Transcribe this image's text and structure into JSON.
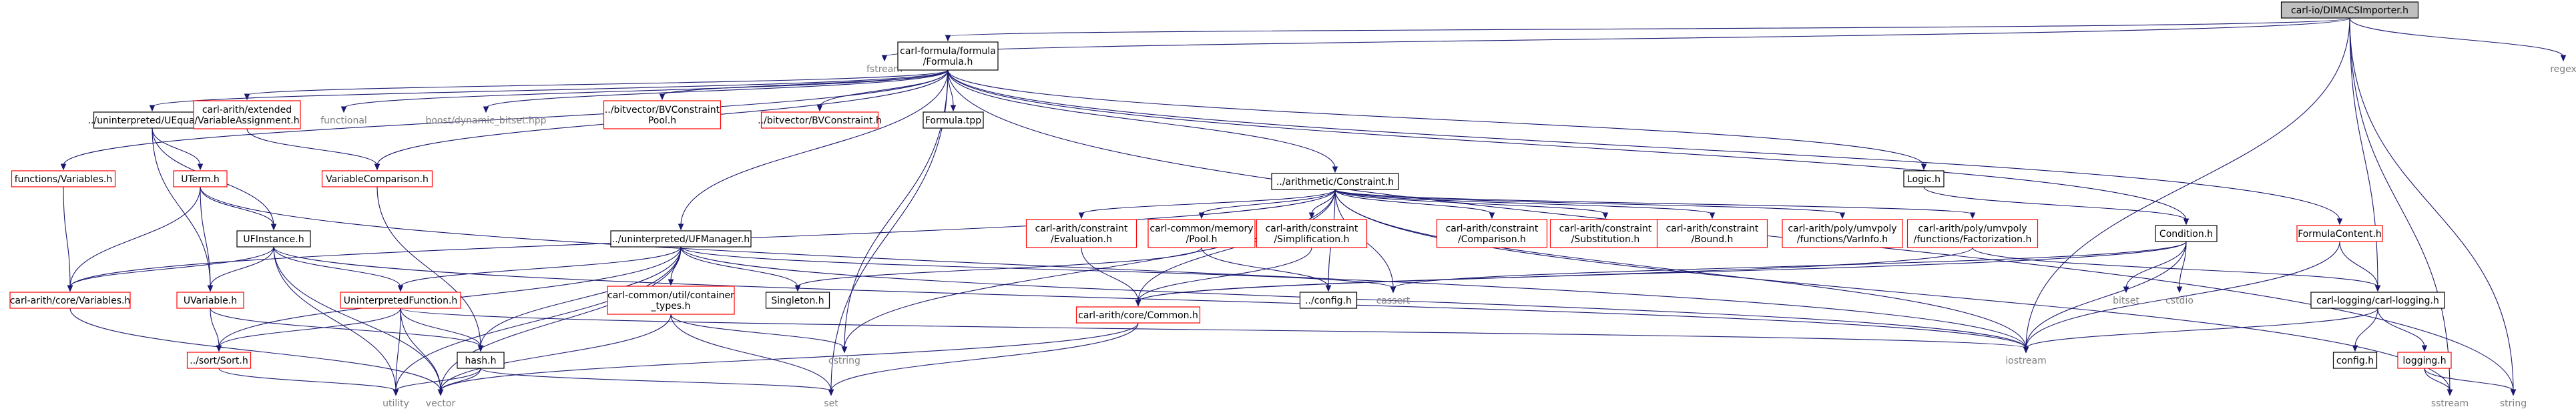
{
  "diagram": {
    "root": "carl-io/DIMACSImporter.h",
    "colors": {
      "edge": "#191970",
      "root_fill": "#bfbfbf",
      "documented_border": "#000000",
      "undocumented_border": "#ff0000",
      "external_text": "#7f7f7f"
    },
    "nodes": [
      {
        "id": "root",
        "lines": [
          "carl-io/DIMACSImporter.h"
        ],
        "style": "root"
      },
      {
        "id": "fstream",
        "lines": [
          "fstream"
        ],
        "style": "gray"
      },
      {
        "id": "formula",
        "lines": [
          "carl-formula/formula",
          "/Formula.h"
        ],
        "style": "black"
      },
      {
        "id": "regex",
        "lines": [
          "regex"
        ],
        "style": "gray"
      },
      {
        "id": "ueq",
        "lines": [
          "../uninterpreted/UEquality.h"
        ],
        "style": "black"
      },
      {
        "id": "vassign",
        "lines": [
          "carl-arith/extended",
          "/VariableAssignment.h"
        ],
        "style": "red"
      },
      {
        "id": "functional",
        "lines": [
          "functional"
        ],
        "style": "gray"
      },
      {
        "id": "bitset_dyn",
        "lines": [
          "boost/dynamic_bitset.hpp"
        ],
        "style": "gray"
      },
      {
        "id": "bvcpool",
        "lines": [
          "../bitvector/BVConstraint",
          "Pool.h"
        ],
        "style": "red"
      },
      {
        "id": "bvc",
        "lines": [
          "../bitvector/BVConstraint.h"
        ],
        "style": "red"
      },
      {
        "id": "ftpp",
        "lines": [
          "Formula.tpp"
        ],
        "style": "black"
      },
      {
        "id": "fvars",
        "lines": [
          "functions/Variables.h"
        ],
        "style": "red"
      },
      {
        "id": "uterm",
        "lines": [
          "UTerm.h"
        ],
        "style": "red"
      },
      {
        "id": "varcomp",
        "lines": [
          "VariableComparison.h"
        ],
        "style": "red"
      },
      {
        "id": "constraint",
        "lines": [
          "../arithmetic/Constraint.h"
        ],
        "style": "black"
      },
      {
        "id": "logic",
        "lines": [
          "Logic.h"
        ],
        "style": "black"
      },
      {
        "id": "condition",
        "lines": [
          "Condition.h"
        ],
        "style": "black"
      },
      {
        "id": "fcontent",
        "lines": [
          "FormulaContent.h"
        ],
        "style": "red"
      },
      {
        "id": "uinst",
        "lines": [
          "UFInstance.h"
        ],
        "style": "black"
      },
      {
        "id": "ufmgr",
        "lines": [
          "../uninterpreted/UFManager.h"
        ],
        "style": "black"
      },
      {
        "id": "ceval",
        "lines": [
          "carl-arith/constraint",
          "/Evaluation.h"
        ],
        "style": "red"
      },
      {
        "id": "mempool",
        "lines": [
          "carl-common/memory",
          "/Pool.h"
        ],
        "style": "red"
      },
      {
        "id": "csimp",
        "lines": [
          "carl-arith/constraint",
          "/Simplification.h"
        ],
        "style": "red"
      },
      {
        "id": "ccomp",
        "lines": [
          "carl-arith/constraint",
          "/Comparison.h"
        ],
        "style": "red"
      },
      {
        "id": "csubst",
        "lines": [
          "carl-arith/constraint",
          "/Substitution.h"
        ],
        "style": "red"
      },
      {
        "id": "cbound",
        "lines": [
          "carl-arith/constraint",
          "/Bound.h"
        ],
        "style": "red"
      },
      {
        "id": "varinfo",
        "lines": [
          "carl-arith/poly/umvpoly",
          "/functions/VarInfo.h"
        ],
        "style": "red"
      },
      {
        "id": "factor",
        "lines": [
          "carl-arith/poly/umvpoly",
          "/functions/Factorization.h"
        ],
        "style": "red"
      },
      {
        "id": "corevars",
        "lines": [
          "carl-arith/core/Variables.h"
        ],
        "style": "red"
      },
      {
        "id": "uvar",
        "lines": [
          "UVariable.h"
        ],
        "style": "red"
      },
      {
        "id": "uninterp",
        "lines": [
          "UninterpretedFunction.h"
        ],
        "style": "red"
      },
      {
        "id": "ctypes",
        "lines": [
          "carl-common/util/container",
          "_types.h"
        ],
        "style": "red"
      },
      {
        "id": "singleton",
        "lines": [
          "Singleton.h"
        ],
        "style": "black"
      },
      {
        "id": "corecommon",
        "lines": [
          "carl-arith/core/Common.h"
        ],
        "style": "red"
      },
      {
        "id": "config",
        "lines": [
          "../config.h"
        ],
        "style": "black"
      },
      {
        "id": "cassert",
        "lines": [
          "cassert"
        ],
        "style": "gray"
      },
      {
        "id": "bitset",
        "lines": [
          "bitset"
        ],
        "style": "gray"
      },
      {
        "id": "cstdio",
        "lines": [
          "cstdio"
        ],
        "style": "gray"
      },
      {
        "id": "carllog",
        "lines": [
          "carl-logging/carl-logging.h"
        ],
        "style": "black"
      },
      {
        "id": "sortsort",
        "lines": [
          "../sort/Sort.h"
        ],
        "style": "red"
      },
      {
        "id": "hash",
        "lines": [
          "hash.h"
        ],
        "style": "black"
      },
      {
        "id": "cstring",
        "lines": [
          "cstring"
        ],
        "style": "gray"
      },
      {
        "id": "iostream",
        "lines": [
          "iostream"
        ],
        "style": "gray"
      },
      {
        "id": "logconfig",
        "lines": [
          "config.h"
        ],
        "style": "black"
      },
      {
        "id": "logging",
        "lines": [
          "logging.h"
        ],
        "style": "red"
      },
      {
        "id": "utility",
        "lines": [
          "utility"
        ],
        "style": "gray"
      },
      {
        "id": "vector",
        "lines": [
          "vector"
        ],
        "style": "gray"
      },
      {
        "id": "set",
        "lines": [
          "set"
        ],
        "style": "gray"
      },
      {
        "id": "sstream",
        "lines": [
          "sstream"
        ],
        "style": "gray"
      },
      {
        "id": "string",
        "lines": [
          "string"
        ],
        "style": "gray"
      }
    ],
    "edges": [
      [
        "root",
        "fstream"
      ],
      [
        "root",
        "formula"
      ],
      [
        "root",
        "regex"
      ],
      [
        "root",
        "carllog"
      ],
      [
        "root",
        "iostream"
      ],
      [
        "root",
        "sstream"
      ],
      [
        "root",
        "string"
      ],
      [
        "formula",
        "ueq"
      ],
      [
        "formula",
        "vassign"
      ],
      [
        "formula",
        "functional"
      ],
      [
        "formula",
        "bitset_dyn"
      ],
      [
        "formula",
        "bvcpool"
      ],
      [
        "formula",
        "bvc"
      ],
      [
        "formula",
        "ftpp"
      ],
      [
        "formula",
        "fvars"
      ],
      [
        "formula",
        "varcomp"
      ],
      [
        "formula",
        "constraint"
      ],
      [
        "formula",
        "logic"
      ],
      [
        "formula",
        "condition"
      ],
      [
        "formula",
        "fcontent"
      ],
      [
        "formula",
        "ufmgr"
      ],
      [
        "formula",
        "cstring"
      ],
      [
        "formula",
        "set"
      ],
      [
        "formula",
        "string"
      ],
      [
        "ueq",
        "uterm"
      ],
      [
        "ueq",
        "uinst"
      ],
      [
        "ueq",
        "uvar"
      ],
      [
        "vassign",
        "varcomp"
      ],
      [
        "varcomp",
        "hash"
      ],
      [
        "fvars",
        "corevars"
      ],
      [
        "uterm",
        "uinst"
      ],
      [
        "uterm",
        "uvar"
      ],
      [
        "uterm",
        "corevars"
      ],
      [
        "uterm",
        "iostream"
      ],
      [
        "constraint",
        "ceval"
      ],
      [
        "constraint",
        "mempool"
      ],
      [
        "constraint",
        "csimp"
      ],
      [
        "constraint",
        "ccomp"
      ],
      [
        "constraint",
        "csubst"
      ],
      [
        "constraint",
        "cbound"
      ],
      [
        "constraint",
        "varinfo"
      ],
      [
        "constraint",
        "factor"
      ],
      [
        "constraint",
        "corecommon"
      ],
      [
        "constraint",
        "config"
      ],
      [
        "constraint",
        "cassert"
      ],
      [
        "constraint",
        "cstring"
      ],
      [
        "constraint",
        "corevars"
      ],
      [
        "constraint",
        "iostream"
      ],
      [
        "constraint",
        "sstream"
      ],
      [
        "logic",
        "condition"
      ],
      [
        "condition",
        "bitset"
      ],
      [
        "condition",
        "cstdio"
      ],
      [
        "condition",
        "cassert"
      ],
      [
        "condition",
        "iostream"
      ],
      [
        "condition",
        "corecommon"
      ],
      [
        "fcontent",
        "carllog"
      ],
      [
        "fcontent",
        "iostream"
      ],
      [
        "uinst",
        "uvar"
      ],
      [
        "uinst",
        "uninterp"
      ],
      [
        "uinst",
        "corevars"
      ],
      [
        "uinst",
        "utility"
      ],
      [
        "uinst",
        "vector"
      ],
      [
        "uinst",
        "iostream"
      ],
      [
        "ufmgr",
        "uninterp"
      ],
      [
        "ufmgr",
        "ctypes"
      ],
      [
        "ufmgr",
        "singleton"
      ],
      [
        "ufmgr",
        "hash"
      ],
      [
        "ufmgr",
        "sortsort"
      ],
      [
        "ufmgr",
        "cassert"
      ],
      [
        "ufmgr",
        "utility"
      ],
      [
        "ufmgr",
        "vector"
      ],
      [
        "ufmgr",
        "iostream"
      ],
      [
        "ceval",
        "corecommon"
      ],
      [
        "csimp",
        "corecommon"
      ],
      [
        "mempool",
        "singleton"
      ],
      [
        "mempool",
        "config"
      ],
      [
        "factor",
        "carllog"
      ],
      [
        "factor",
        "corecommon"
      ],
      [
        "corevars",
        "vector"
      ],
      [
        "uvar",
        "sortsort"
      ],
      [
        "uvar",
        "hash"
      ],
      [
        "uninterp",
        "sortsort"
      ],
      [
        "uninterp",
        "hash"
      ],
      [
        "uninterp",
        "utility"
      ],
      [
        "uninterp",
        "vector"
      ],
      [
        "uninterp",
        "iostream"
      ],
      [
        "ctypes",
        "cstring"
      ],
      [
        "ctypes",
        "vector"
      ],
      [
        "ctypes",
        "set"
      ],
      [
        "corecommon",
        "vector"
      ],
      [
        "corecommon",
        "set"
      ],
      [
        "sortsort",
        "utility"
      ],
      [
        "hash",
        "utility"
      ],
      [
        "hash",
        "vector"
      ],
      [
        "hash",
        "set"
      ],
      [
        "carllog",
        "logconfig"
      ],
      [
        "carllog",
        "logging"
      ],
      [
        "carllog",
        "iostream"
      ],
      [
        "logging",
        "sstream"
      ],
      [
        "logging",
        "string"
      ]
    ]
  }
}
